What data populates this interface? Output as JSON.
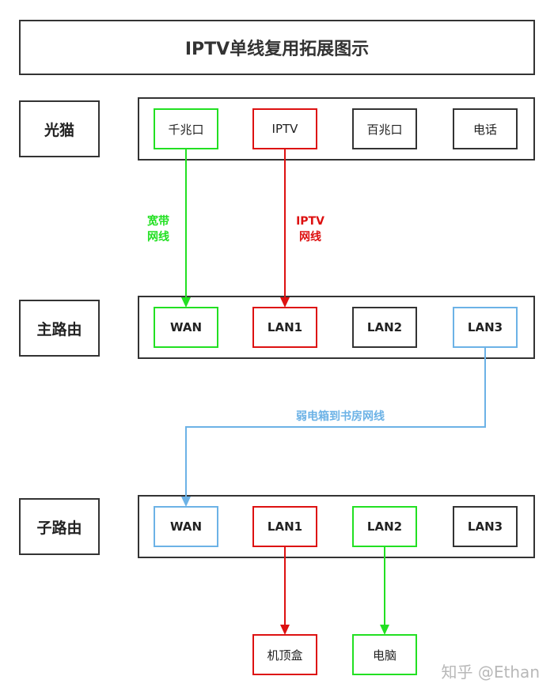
{
  "title": "IPTV单线复用拓展图示",
  "devices": {
    "modem": {
      "label": "光猫",
      "ports": [
        "千兆口",
        "IPTV",
        "百兆口",
        "电话"
      ]
    },
    "main_router": {
      "label": "主路由",
      "ports": [
        "WAN",
        "LAN1",
        "LAN2",
        "LAN3"
      ]
    },
    "sub_router": {
      "label": "子路由",
      "ports": [
        "WAN",
        "LAN1",
        "LAN2",
        "LAN3"
      ]
    }
  },
  "endpoints": [
    "机顶盒",
    "电脑"
  ],
  "cables": {
    "broadband": [
      "宽带",
      "网线"
    ],
    "iptv": [
      "IPTV",
      "网线"
    ],
    "trunk": "弱电箱到书房网线"
  },
  "colors": {
    "green": "#22e022",
    "red": "#dd1111",
    "blue": "#6cb2e6",
    "dark": "#333333"
  },
  "watermark": "知乎 @Ethan"
}
